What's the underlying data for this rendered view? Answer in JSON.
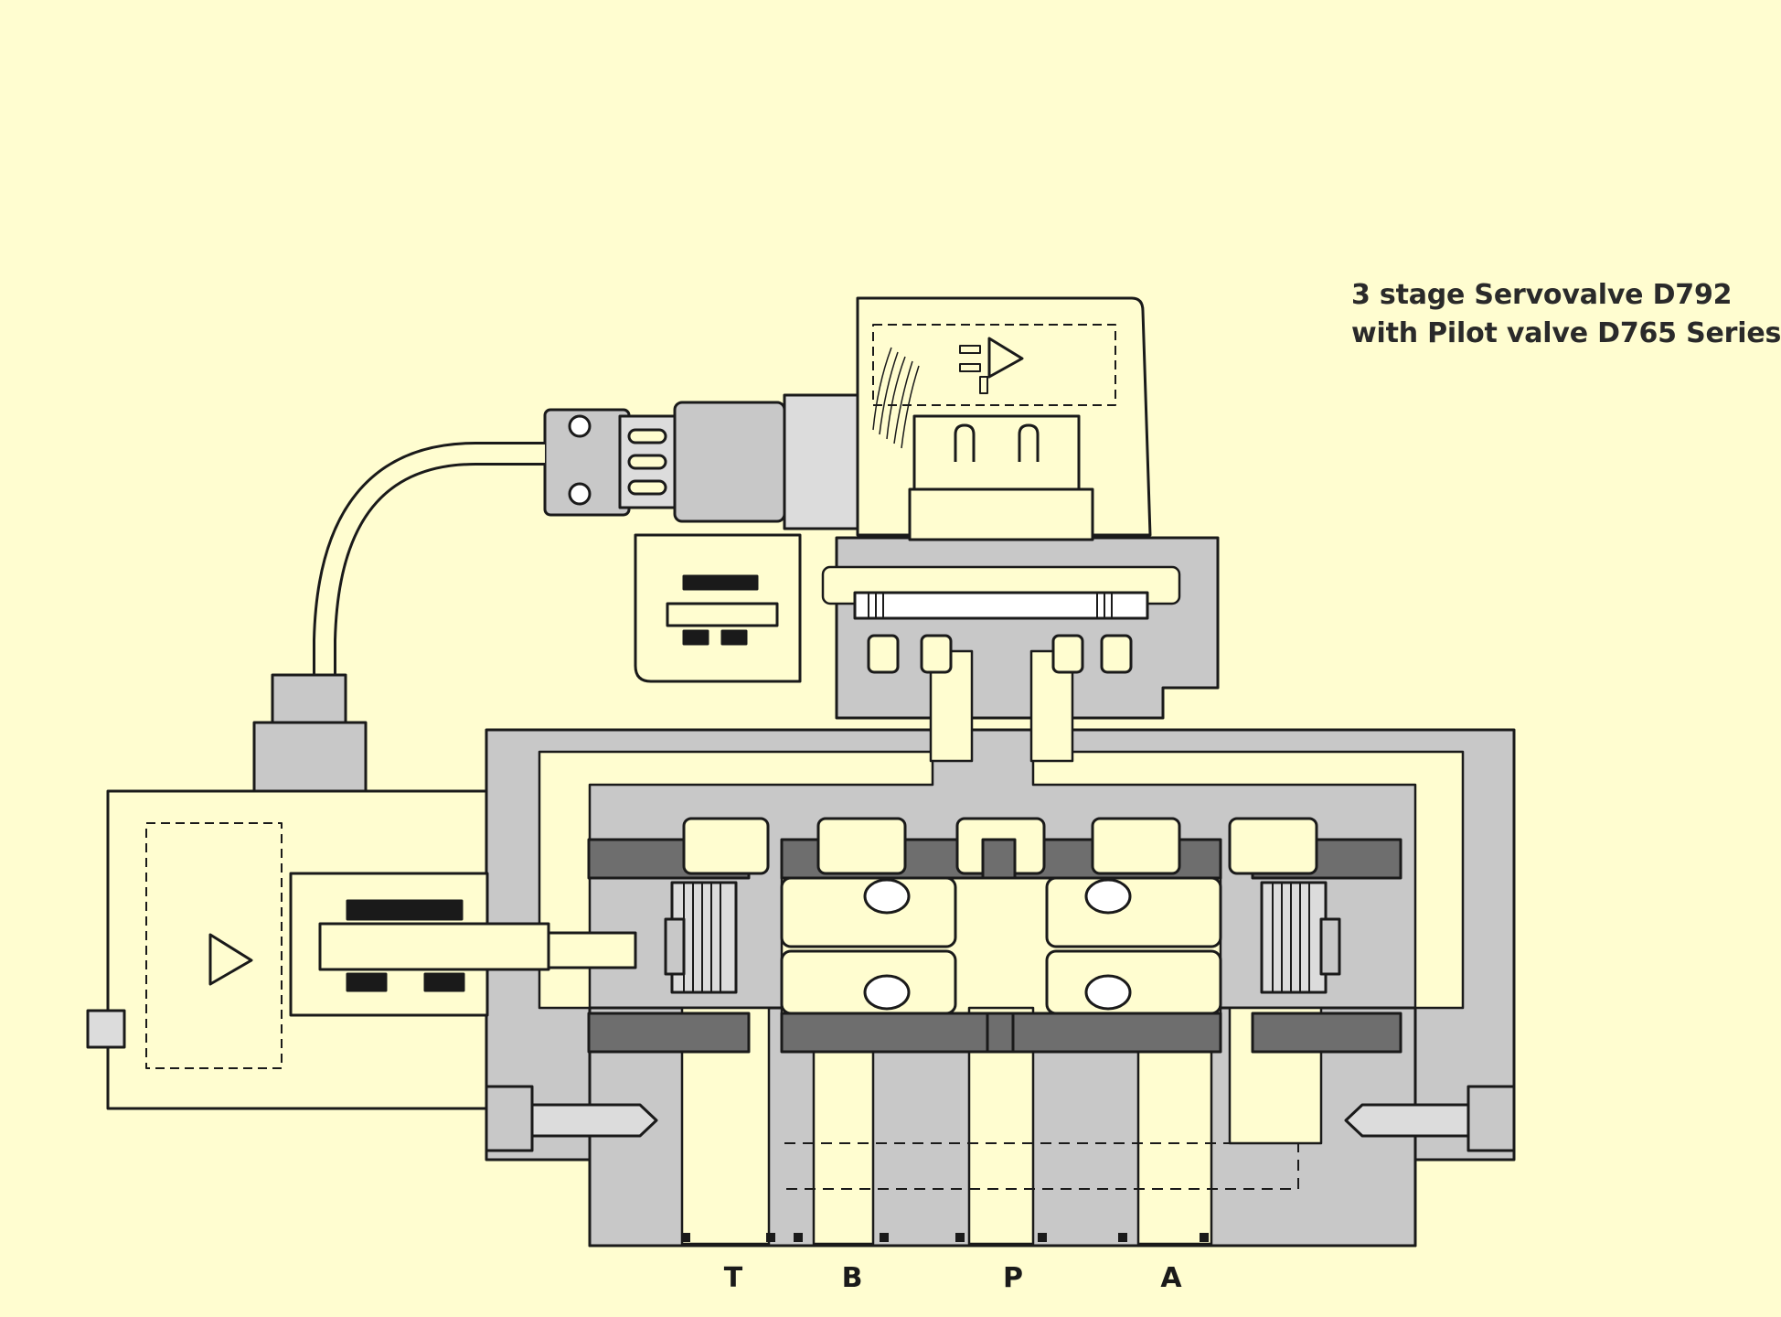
{
  "title": {
    "line1": "3 stage Servovalve D792",
    "line2": "with Pilot valve D765 Series"
  },
  "ports": {
    "t": "T",
    "b": "B",
    "p": "P",
    "a": "A"
  },
  "colors": {
    "background": "#fffdd0",
    "body_fill": "#c8c8c8",
    "dark_fill": "#6e6e6e",
    "outline": "#1a1a1a"
  }
}
